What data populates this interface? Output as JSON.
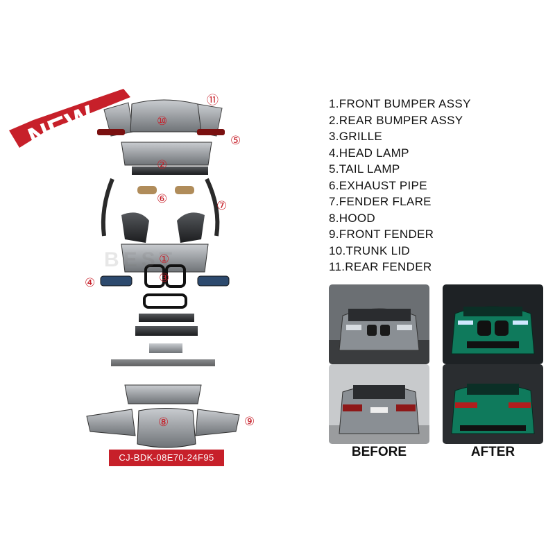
{
  "banner": {
    "text": "NEW"
  },
  "watermark": {
    "text": "BEST"
  },
  "parts": [
    "1.FRONT BUMPER ASSY",
    "2.REAR BUMPER ASSY",
    "3.GRILLE",
    "4.HEAD LAMP",
    "5.TAIL LAMP",
    "6.EXHAUST PIPE",
    "7.FENDER FLARE",
    "8.HOOD",
    "9.FRONT FENDER",
    "10.TRUNK LID",
    "11.REAR FENDER"
  ],
  "callouts": [
    "⑪",
    "⑩",
    "⑤",
    "②",
    "⑥",
    "⑦",
    "①",
    "④",
    "③",
    "⑧",
    "⑨"
  ],
  "model_code": "CJ-BDK-08E70-24F95",
  "comparison": {
    "before": "BEFORE",
    "after": "AFTER"
  },
  "colors": {
    "accent_red": "#c7202a",
    "before_car": "#8a8f94",
    "after_car": "#0f7a5c"
  }
}
